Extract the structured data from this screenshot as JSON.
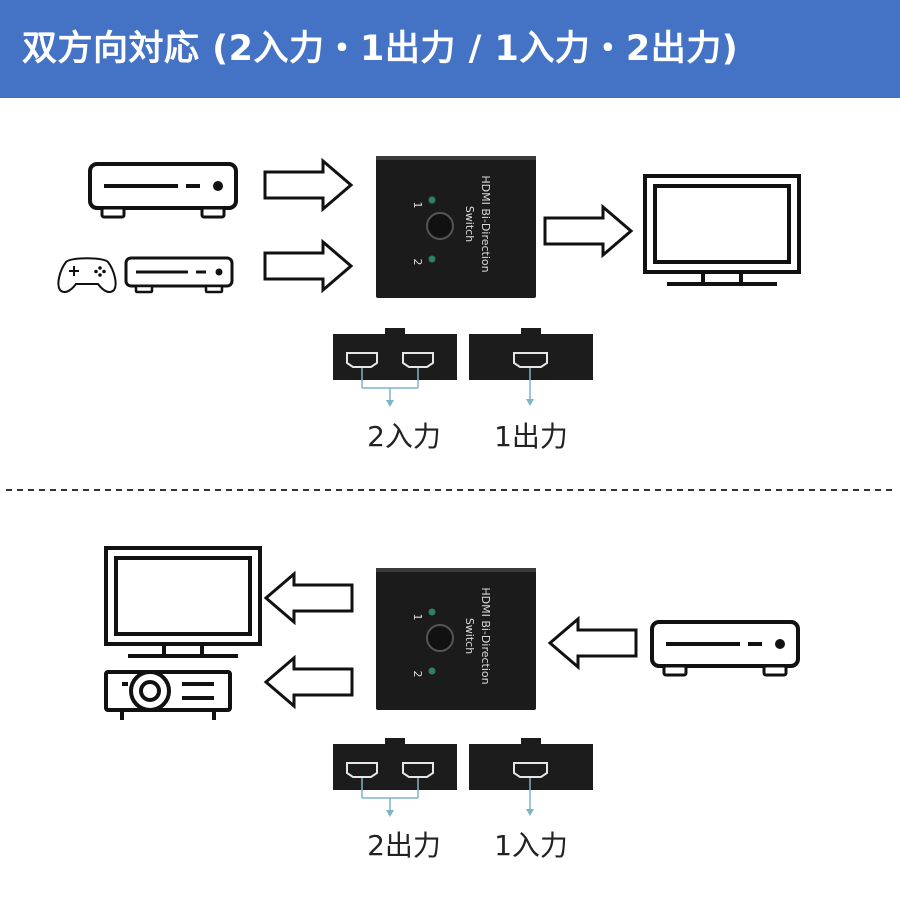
{
  "header": {
    "title": "双方向対応 (2入力・1出力 / 1入力・2出力)",
    "background": "#4472c4"
  },
  "switch_device": {
    "line1": "HDMI Bi-Direction",
    "line2": "Switch",
    "port1": "1",
    "port2": "2"
  },
  "top_section": {
    "left_port_label": "2入力",
    "right_port_label": "1出力",
    "sources": [
      "game-console-icon",
      "media-player-icon"
    ],
    "destination": "tv-icon"
  },
  "bottom_section": {
    "left_port_label": "2出力",
    "right_port_label": "1入力",
    "source": "media-player-icon",
    "destinations": [
      "tv-icon",
      "projector-icon"
    ]
  },
  "colors": {
    "device_body": "#1b1b1b",
    "connector_line": "#7fb3c8",
    "arrow_stroke": "#111111"
  }
}
